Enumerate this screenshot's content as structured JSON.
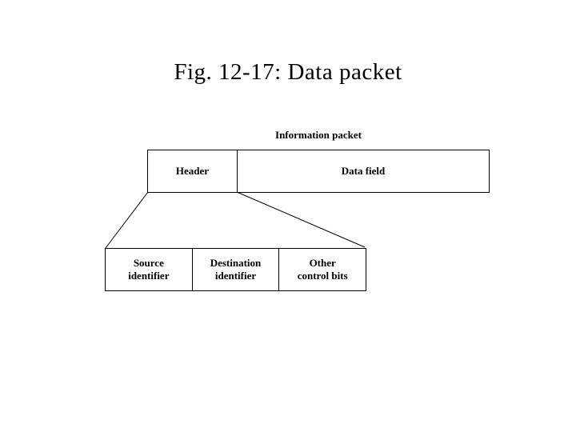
{
  "slide": {
    "title": "Fig. 12-17: Data packet",
    "background_color": "#ffffff",
    "line_color": "#000000",
    "text_color": "#000000"
  },
  "diagram": {
    "packet_label": "Information packet",
    "packet_box": {
      "cells": [
        {
          "label": "Header"
        },
        {
          "label": "Data field"
        }
      ]
    },
    "header_detail_box": {
      "cells": [
        {
          "label": "Source\nidentifier"
        },
        {
          "label": "Destination\nidentifier"
        },
        {
          "label": "Other\ncontrol bits"
        }
      ]
    }
  }
}
